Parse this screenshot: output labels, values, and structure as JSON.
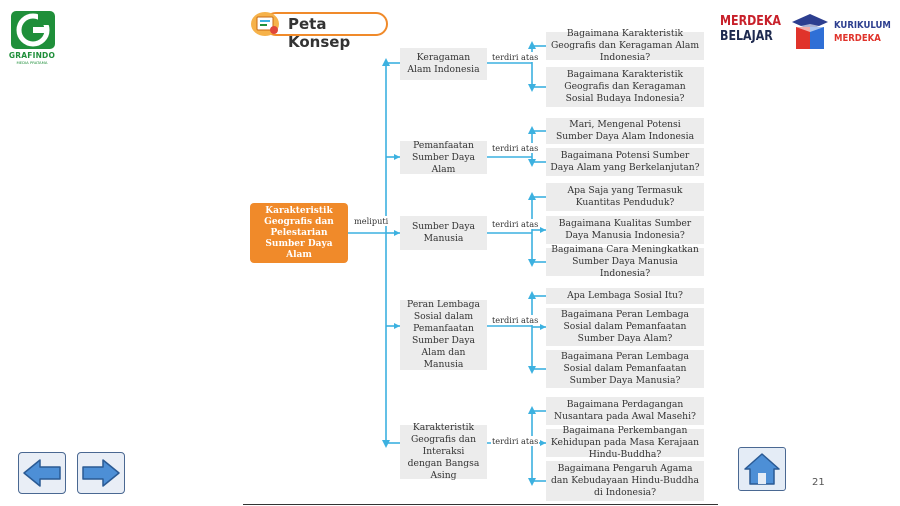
{
  "publisher": {
    "name": "GRAFINDO",
    "tagline": "MEDIA PRATAMA"
  },
  "header": {
    "title": "Peta Konsep"
  },
  "badges": {
    "merdeka_line1": "MERDEKA",
    "merdeka_line2": "BELAJAR",
    "kurikulum_line1": "KURIKULUM",
    "kurikulum_line2": "MERDEKA"
  },
  "colors": {
    "accent": "#f08a2a",
    "line": "#3cb1e0",
    "box": "#ececec",
    "logo_green": "#1f8f3a",
    "nav_blue": "#4a6892"
  },
  "concept_map": {
    "central": "Karakteristik Geografis dan Pelestarian Sumber Daya Alam",
    "meliputi_label": "meliputi",
    "terdiri_label": "terdiri atas",
    "branches": [
      {
        "label": "Keragaman Alam Indonesia",
        "subtopics": [
          "Bagaimana Karakteristik Geografis dan Keragaman Alam Indonesia?",
          "Bagaimana Karakteristik Geografis dan Keragaman Sosial Budaya Indonesia?"
        ]
      },
      {
        "label": "Pemanfaatan Sumber Daya Alam",
        "subtopics": [
          "Mari, Mengenal Potensi Sumber Daya Alam Indonesia",
          "Bagaimana Potensi Sumber Daya Alam yang Berkelanjutan?"
        ]
      },
      {
        "label": "Sumber Daya Manusia",
        "subtopics": [
          "Apa Saja yang Termasuk Kuantitas Penduduk?",
          "Bagaimana Kualitas Sumber Daya Manusia Indonesia?",
          "Bagaimana Cara Meningkatkan Sumber Daya Manusia Indonesia?"
        ]
      },
      {
        "label": "Peran Lembaga Sosial dalam Pemanfaatan Sumber Daya Alam dan Manusia",
        "subtopics": [
          "Apa Lembaga Sosial Itu?",
          "Bagaimana Peran Lembaga Sosial dalam Pemanfaatan Sumber Daya Alam?",
          "Bagaimana Peran Lembaga Sosial dalam Pemanfaatan Sumber Daya Manusia?"
        ]
      },
      {
        "label": "Karakteristik Geografis dan Interaksi dengan Bangsa Asing",
        "subtopics": [
          "Bagaimana Perdagangan Nusantara pada Awal Masehi?",
          "Bagaimana Perkembangan Kehidupan pada Masa Kerajaan Hindu-Buddha?",
          "Bagaimana Pengaruh Agama dan Kebudayaan Hindu-Buddha di Indonesia?"
        ]
      }
    ]
  },
  "navigation": {
    "page_number": "21"
  },
  "icons": {
    "prev": "arrow-left-icon",
    "next": "arrow-right-icon",
    "home": "home-icon",
    "header": "map-book-icon"
  }
}
